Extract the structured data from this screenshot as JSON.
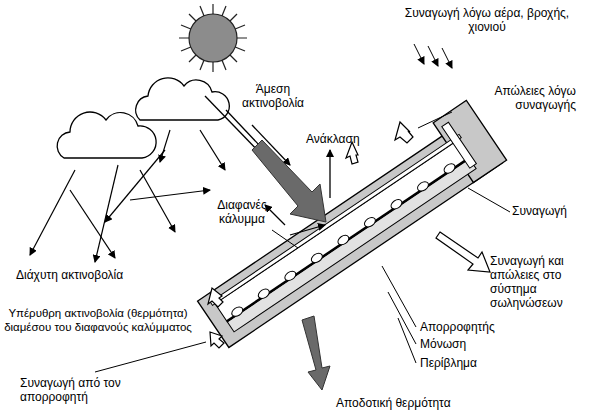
{
  "diagram": {
    "labels": [
      "Συναγωγή λόγω αέρα, βροχής, χιονιού",
      "Άμεση ακτινοβολία",
      "Απώλειες λόγω συναγωγής",
      "Ανάκλαση",
      "Συναγωγή",
      "Διαφανές κάλυμμα",
      "Διάχυτη ακτινοβολία",
      "Συναγωγή και απώλειες στο σύστημα σωληνώσεων",
      "Υπέρυθρη ακτινοβολία (θερμότητα) διαμέσου του διαφανούς καλύμματος",
      "Απορροφητής",
      "Μόνωση",
      "Περίβλημα",
      "Συναγωγή από τον απορροφητή",
      "Αποδοτική θερμότητα"
    ]
  }
}
